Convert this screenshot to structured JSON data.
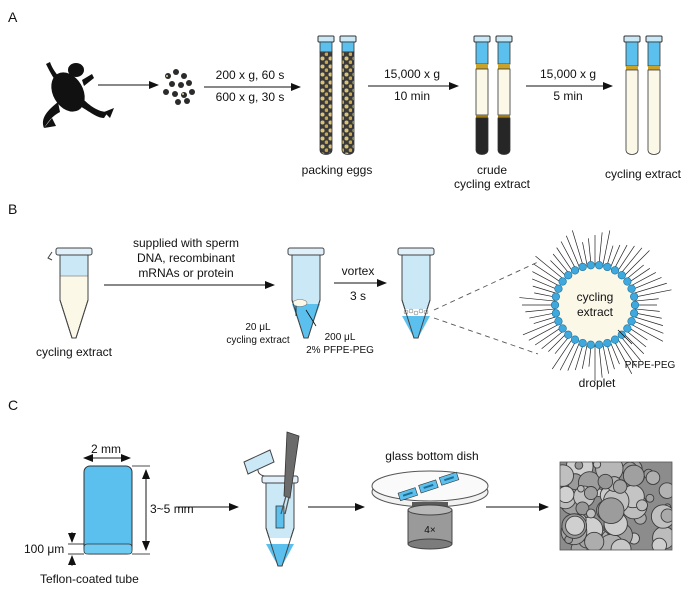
{
  "panels": {
    "a": {
      "letter": "A",
      "step1_line1": "200 x g, 60 s",
      "step1_line2": "600 x g, 30 s",
      "step2_line1": "15,000 x g",
      "step2_line2": "10 min",
      "step3_line1": "15,000 x g",
      "step3_line2": "5 min",
      "caption_packing": "packing eggs",
      "caption_crude_line1": "crude",
      "caption_crude_line2": "cycling extract",
      "caption_cycling": "cycling extract"
    },
    "b": {
      "letter": "B",
      "supply_line1": "supplied with sperm",
      "supply_line2": "DNA, recombinant",
      "supply_line3": "mRNAs or protein",
      "vortex_line1": "vortex",
      "vortex_line2": "3 s",
      "caption_extract": "cycling extract",
      "vol_extract_line1": "20 μL",
      "vol_extract_line2": "cycling extract",
      "vol_peg_line1": "200 μL",
      "vol_peg_line2": "2% PFPE-PEG",
      "droplet_inner_line1": "cycling",
      "droplet_inner_line2": "extract",
      "droplet_peg_label": "PFPE-PEG",
      "droplet_caption": "droplet"
    },
    "c": {
      "letter": "C",
      "width_label": "2 mm",
      "height_label": "3~5 mm",
      "thickness_label": "100 μm",
      "tube_caption": "Teflon-coated tube",
      "dish_caption": "glass bottom dish",
      "objective_label": "4×"
    }
  },
  "colors": {
    "blue_fill": "#5bc0ee",
    "light_blue": "#cbe8f7",
    "extract_cream": "#fbf8e8",
    "dark_pellet": "#262626",
    "egg_brown": "#8a6a1e",
    "gold_band": "#c9a227",
    "micrograph_gray": "#8c8c8c"
  }
}
